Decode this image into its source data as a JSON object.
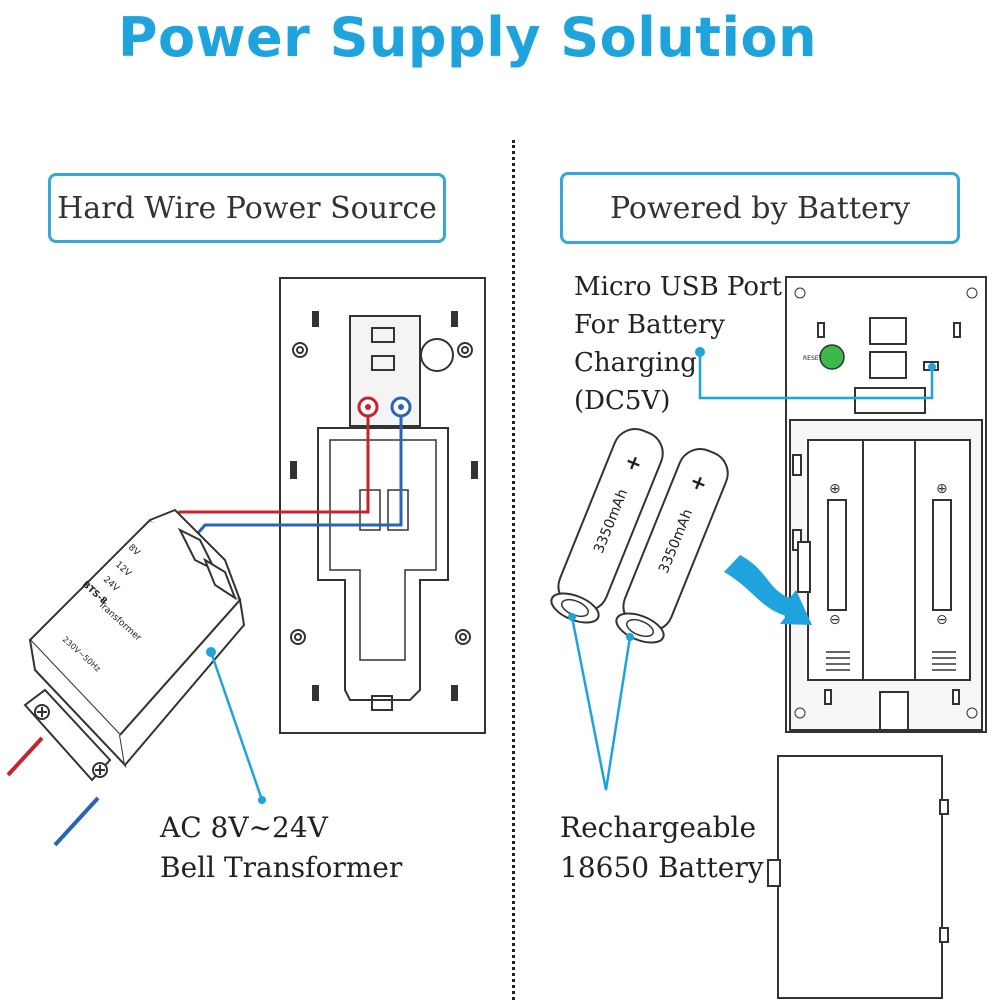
{
  "title": "Power Supply Solution",
  "left_panel": {
    "heading": "Hard Wire Power Source",
    "callout_line1": "AC 8V~24V",
    "callout_line2": "Bell Transformer",
    "transformer_labels": {
      "model": "BTS-8",
      "name": "Transformer",
      "v8": "8V",
      "v12": "12V",
      "v24": "24V",
      "input": "230V~50Hz"
    }
  },
  "right_panel": {
    "heading": "Powered by Battery",
    "usb_line1": "Micro USB Port",
    "usb_line2": "For Battery",
    "usb_line3": "Charging",
    "usb_line4": "(DC5V)",
    "battery_capacity": "3350mAh",
    "battery_plus": "+",
    "battery_line1": "Rechargeable",
    "battery_line2": "18650 Battery",
    "reset_label": "RESET"
  },
  "colors": {
    "accent": "#1fa3dc",
    "box_border": "#35a8d8",
    "wire_red": "#c8232c",
    "wire_blue": "#2a64b8",
    "reset_green": "#3cb94a"
  }
}
